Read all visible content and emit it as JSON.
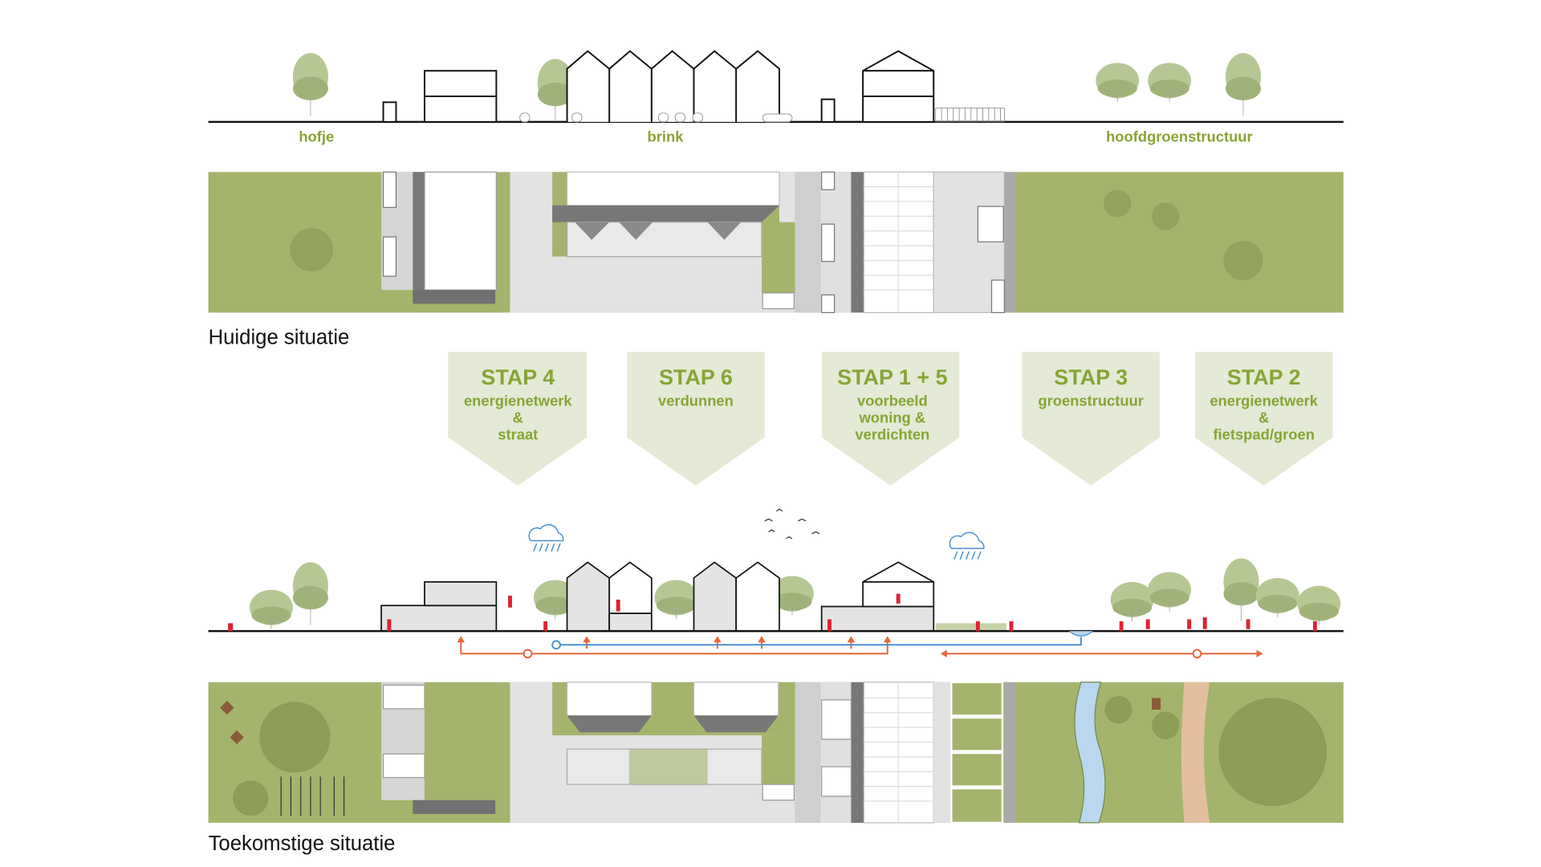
{
  "colors": {
    "accent_green": "#8aa332",
    "lawn": "#a4b46c",
    "banner": "#e4ead5",
    "tree": "#b7c794",
    "energy": "#e8663c",
    "water": "#4a8fd0"
  },
  "section_labels": [
    "hofje",
    "brink",
    "hoofdgroenstructuur"
  ],
  "captions": {
    "current": "Huidige situatie",
    "future": "Toekomstige situatie"
  },
  "steps": [
    {
      "title": "STAP 4",
      "lines": [
        "energienetwerk",
        "&",
        "straat"
      ]
    },
    {
      "title": "STAP 6",
      "lines": [
        "verdunnen"
      ]
    },
    {
      "title": "STAP 1 + 5",
      "lines": [
        "voorbeeld",
        "woning &",
        "verdichten"
      ]
    },
    {
      "title": "STAP 3",
      "lines": [
        "groenstructuur"
      ]
    },
    {
      "title": "STAP 2",
      "lines": [
        "energienetwerk",
        "&",
        "fietspad/groen"
      ]
    }
  ]
}
